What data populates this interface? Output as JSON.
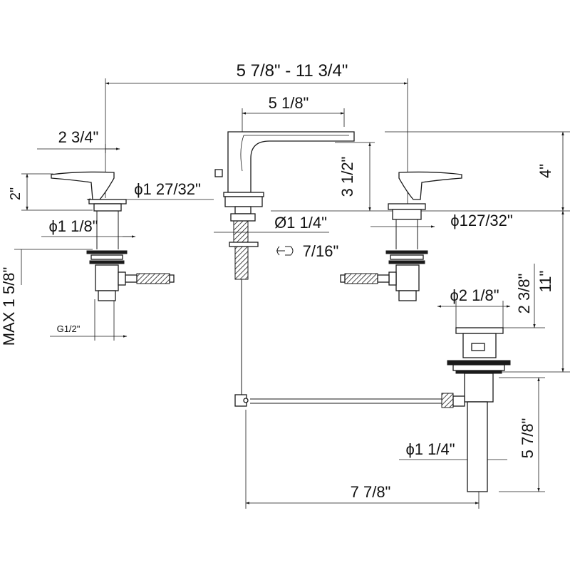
{
  "dimensions": {
    "overall_spread": "5 7/8\" - 11 3/4\"",
    "spout_reach": "5 1/8\"",
    "handle_length": "2 3/4\"",
    "handle_height": "2\"",
    "spout_outlet_height": "3 1/2\"",
    "spout_total_height": "4\"",
    "handle_flange_diameter": "1 27/32\"",
    "spout_flange_diameter_a": "1 27/32\"",
    "right_flange_diameter": "127/32\"",
    "handle_shank_diameter": "1 1/8\"",
    "spout_shank_diameter": "Ø1 1/4\"",
    "wrench_size": "7/16\"",
    "max_deck_thickness": "MAX 1 5/8\"",
    "inlet_thread": "G1/2\"",
    "drain_flange_diameter": "2 1/8\"",
    "drain_flange_height": "2 3/8\"",
    "overall_height": "11\"",
    "drain_tailpiece_length": "5 7/8\"",
    "tailpiece_diameter": "1 1/4\"",
    "rod_reach": "7 7/8\""
  },
  "symbols": {
    "diameter_symbol": "diameter-symbol",
    "wrench_symbol": "wrench-icon"
  },
  "colors": {
    "line": "#1a1a1a",
    "background": "#ffffff"
  }
}
